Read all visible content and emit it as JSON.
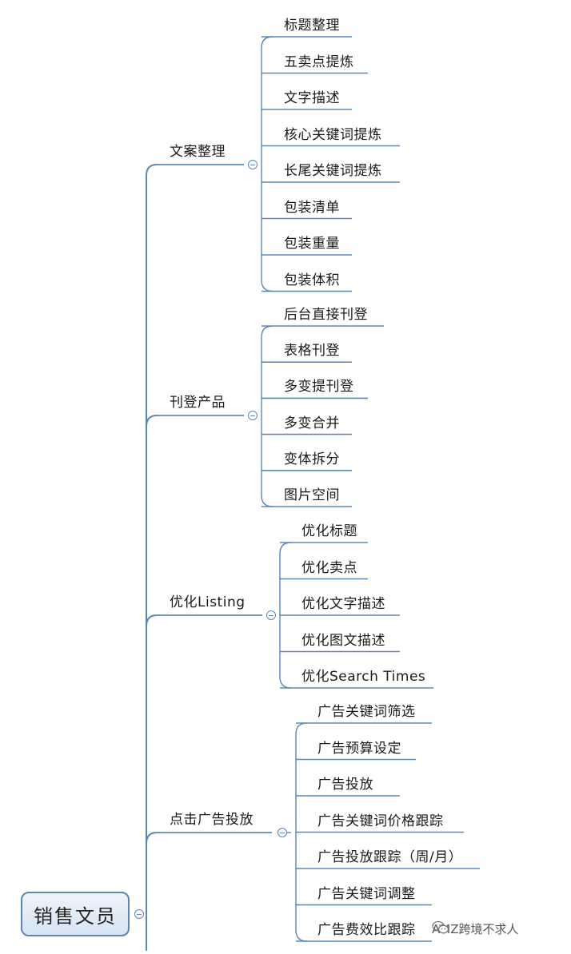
{
  "root": {
    "label": "销售文员"
  },
  "branches": [
    {
      "label": "文案整理",
      "children": [
        "标题整理",
        "五卖点提炼",
        "文字描述",
        "核心关键词提炼",
        "长尾关键词提炼",
        "包装清单",
        "包装重量",
        "包装体积"
      ]
    },
    {
      "label": "刊登产品",
      "children": [
        "后台直接刊登",
        "表格刊登",
        "多变提刊登",
        "多变合并",
        "变体拆分",
        "图片空间"
      ]
    },
    {
      "label": "优化Listing",
      "children": [
        "优化标题",
        "优化卖点",
        "优化文字描述",
        "优化图文描述",
        "优化Search Times"
      ]
    },
    {
      "label": "点击广告投放",
      "children": [
        "广告关键词筛选",
        "广告预算设定",
        "广告投放",
        "广告关键词价格跟踪",
        "广告投放跟踪（周/月）",
        "广告关键词调整",
        "广告费效比跟踪"
      ]
    }
  ],
  "watermark": {
    "text": "AMZ跨境不求人",
    "icon": "wechat-icon"
  },
  "colors": {
    "line": "#5b87b5",
    "root_fill": "#dbe7f4",
    "text": "#1a1a1a"
  }
}
